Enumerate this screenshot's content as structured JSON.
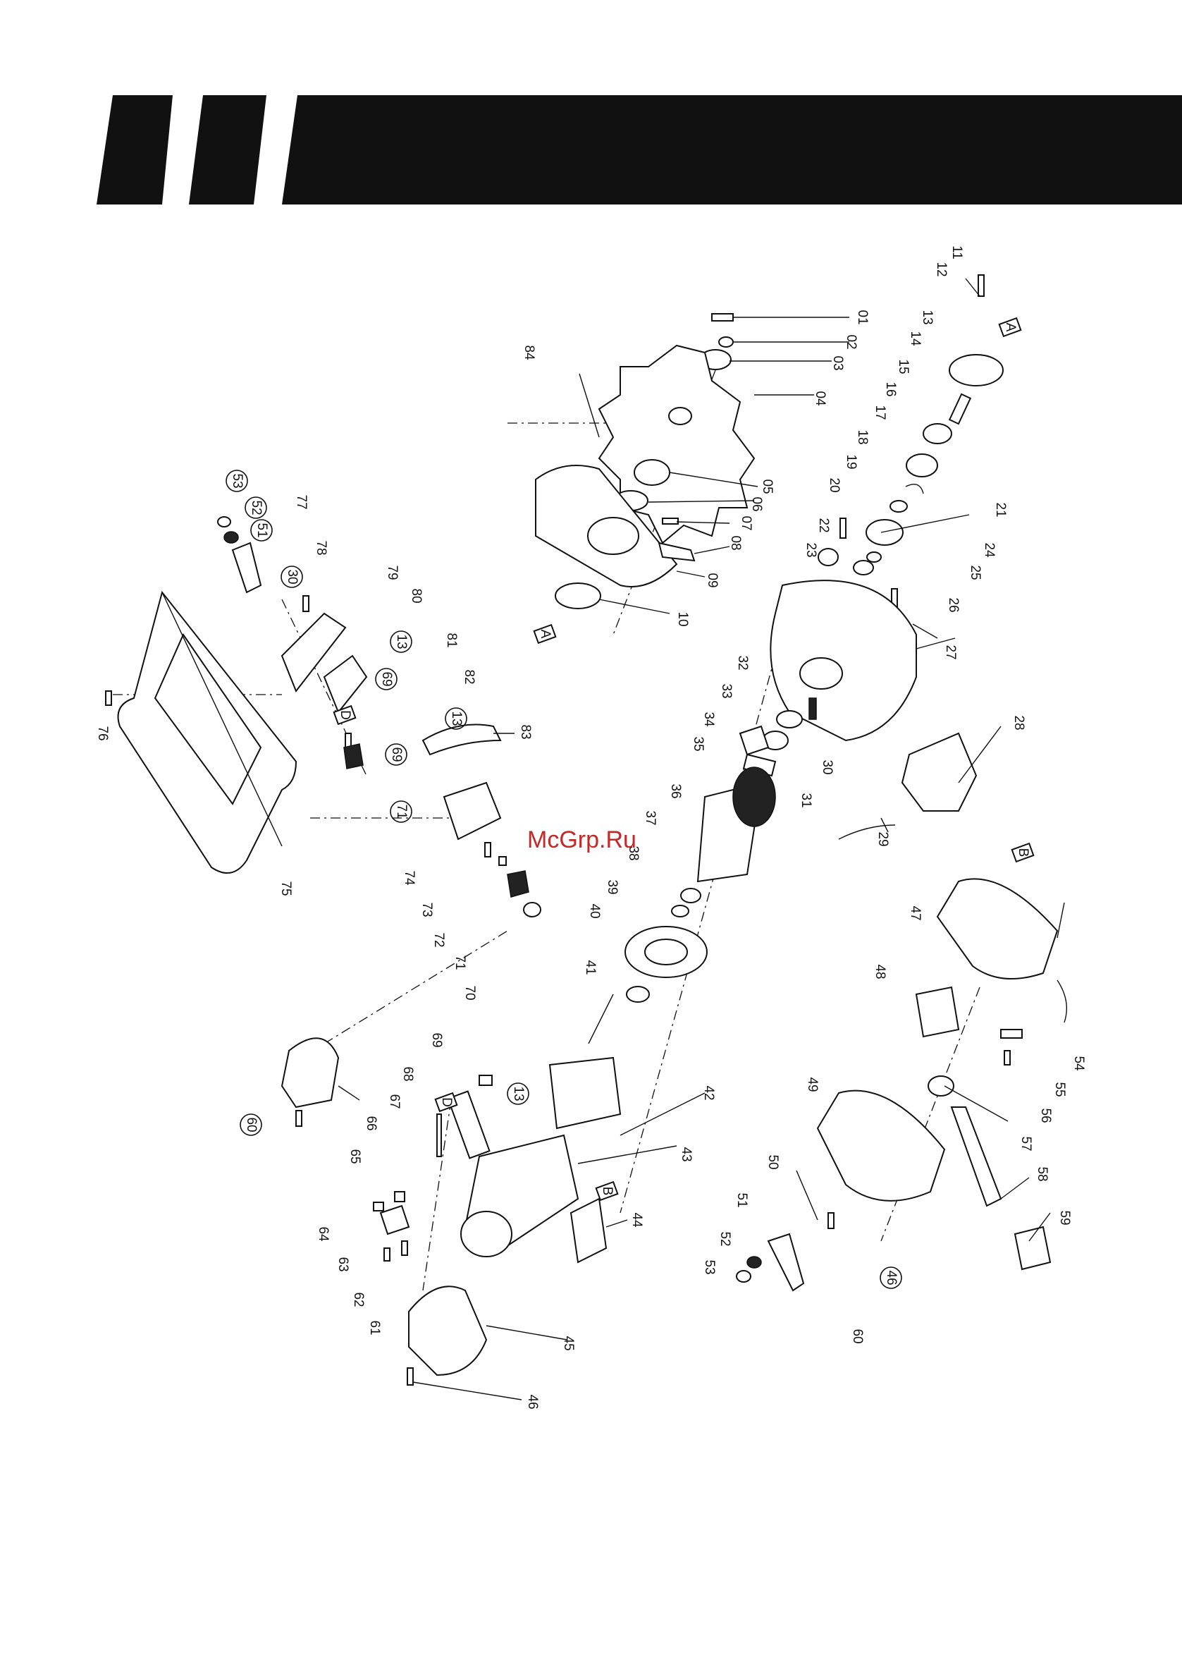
{
  "watermark": "McGrp.Ru",
  "ref_letters": [
    "A",
    "A",
    "B",
    "B",
    "D",
    "D"
  ],
  "part_labels": [
    "01",
    "02",
    "03",
    "04",
    "05",
    "06",
    "07",
    "08",
    "09",
    "10",
    "11",
    "12",
    "13",
    "14",
    "15",
    "16",
    "17",
    "18",
    "19",
    "20",
    "21",
    "22",
    "23",
    "24",
    "25",
    "26",
    "27",
    "28",
    "29",
    "30",
    "31",
    "32",
    "33",
    "34",
    "35",
    "36",
    "37",
    "38",
    "39",
    "40",
    "41",
    "42",
    "43",
    "44",
    "45",
    "46",
    "47",
    "48",
    "49",
    "50",
    "51",
    "52",
    "53",
    "54",
    "55",
    "56",
    "57",
    "58",
    "59",
    "60",
    "61",
    "62",
    "63",
    "64",
    "65",
    "66",
    "67",
    "68",
    "69",
    "70",
    "71",
    "72",
    "73",
    "74",
    "75",
    "76",
    "77",
    "78",
    "79",
    "80",
    "81",
    "82",
    "83",
    "84"
  ],
  "circled_labels": [
    "53",
    "52",
    "51",
    "30",
    "13",
    "69",
    "13",
    "69",
    "71",
    "13",
    "46",
    "60"
  ],
  "colors": {
    "header_bar": "#111111",
    "ink": "#111111",
    "watermark": "#c62828"
  }
}
